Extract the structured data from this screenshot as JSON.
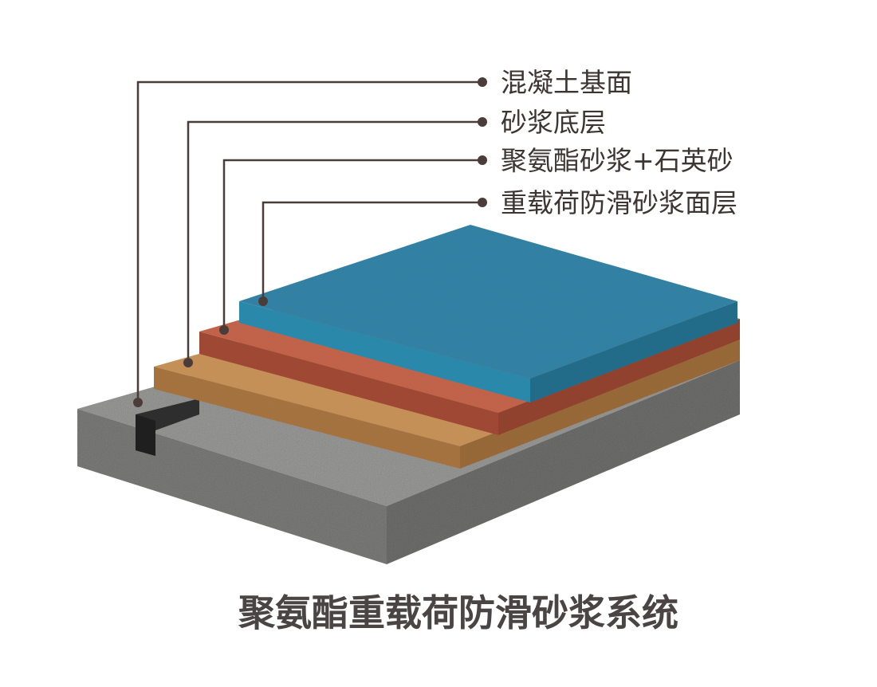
{
  "diagram": {
    "title": "聚氨酯重载荷防滑砂浆系统",
    "layers": [
      {
        "key": "concrete",
        "label": "混凝土基面",
        "color": "#8a8a88"
      },
      {
        "key": "mortar",
        "label": "砂浆底层",
        "color": "#b5824b"
      },
      {
        "key": "pu_sand",
        "label": "聚氨酯砂浆+石英砂",
        "color": "#b85a40"
      },
      {
        "key": "top",
        "label": "重载荷防滑砂浆面层",
        "color": "#2e7fa0"
      }
    ]
  }
}
